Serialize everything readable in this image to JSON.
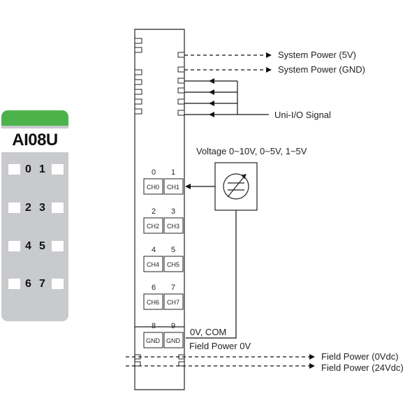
{
  "module": {
    "name": "AI08U",
    "led_rows": [
      {
        "a": "0",
        "b": "1"
      },
      {
        "a": "2",
        "b": "3"
      },
      {
        "a": "4",
        "b": "5"
      },
      {
        "a": "6",
        "b": "7"
      }
    ]
  },
  "labels": {
    "system_power_5v": "System Power (5V)",
    "system_power_gnd": "System Power (GND)",
    "uni_io_signal": "Uni-I/O Signal",
    "voltage_range": "Voltage 0~10V, 0~5V, 1~5V",
    "zero_v_com": "0V, COM",
    "field_power_0v": "Field Power 0V",
    "field_power_0vdc": "Field Power (0Vdc)",
    "field_power_24vdc": "Field Power (24Vdc)"
  },
  "terminals": [
    {
      "num": "0",
      "label": "CH0"
    },
    {
      "num": "1",
      "label": "CH1"
    },
    {
      "num": "2",
      "label": "CH2"
    },
    {
      "num": "3",
      "label": "CH3"
    },
    {
      "num": "4",
      "label": "CH4"
    },
    {
      "num": "5",
      "label": "CH5"
    },
    {
      "num": "6",
      "label": "CH6"
    },
    {
      "num": "7",
      "label": "CH7"
    },
    {
      "num": "8",
      "label": "GND"
    },
    {
      "num": "9",
      "label": "GND"
    }
  ]
}
